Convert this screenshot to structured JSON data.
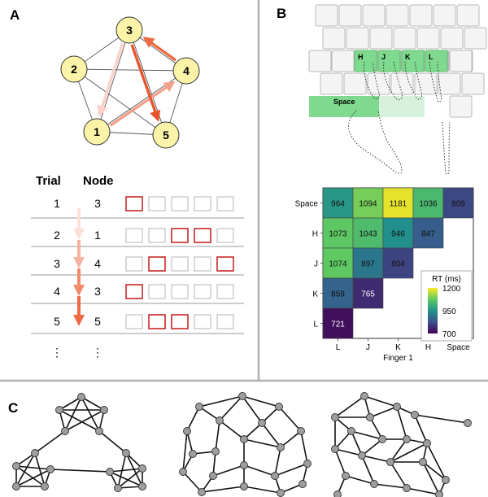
{
  "panels": {
    "a": "A",
    "b": "B",
    "c": "C"
  },
  "trial_table": {
    "header_trial": "Trial",
    "header_node": "Node",
    "rows": [
      {
        "trial": "1",
        "node": "3",
        "active": [
          0
        ]
      },
      {
        "trial": "2",
        "node": "1",
        "active": [
          2,
          3
        ]
      },
      {
        "trial": "3",
        "node": "4",
        "active": [
          1,
          4
        ]
      },
      {
        "trial": "4",
        "node": "3",
        "active": [
          0
        ]
      },
      {
        "trial": "5",
        "node": "5",
        "active": [
          1,
          2
        ]
      }
    ],
    "ellipsis": "⋮",
    "arrow_colors": [
      "#fbe0d9",
      "#f6b3a2",
      "#f28a6b",
      "#ee6a43",
      "#e8532c"
    ]
  },
  "graph_a": {
    "nodes": [
      {
        "id": "1",
        "label": "1"
      },
      {
        "id": "2",
        "label": "2"
      },
      {
        "id": "3",
        "label": "3"
      },
      {
        "id": "4",
        "label": "4"
      },
      {
        "id": "5",
        "label": "5"
      }
    ],
    "edges": [
      [
        "1",
        "2"
      ],
      [
        "1",
        "3"
      ],
      [
        "1",
        "4"
      ],
      [
        "1",
        "5"
      ],
      [
        "2",
        "3"
      ],
      [
        "2",
        "4"
      ],
      [
        "2",
        "5"
      ],
      [
        "3",
        "4"
      ],
      [
        "3",
        "5"
      ],
      [
        "4",
        "5"
      ]
    ],
    "walk": [
      {
        "from": "3",
        "to": "1",
        "color": "#fbd2c7"
      },
      {
        "from": "1",
        "to": "4",
        "color": "#f3a08b"
      },
      {
        "from": "4",
        "to": "3",
        "color": "#ee6a43"
      },
      {
        "from": "3",
        "to": "5",
        "color": "#e8532c"
      }
    ],
    "node_fill": "#fbf3a8"
  },
  "keyboard": {
    "keys": [
      "H",
      "J",
      "K",
      "L"
    ],
    "space": "Space",
    "highlight": "#7fd98e"
  },
  "heatmap": {
    "rows": [
      "Space",
      "H",
      "J",
      "K",
      "L"
    ],
    "cols": [
      "L",
      "J",
      "K",
      "H",
      "Space"
    ],
    "values": [
      [
        964,
        1094,
        1181,
        1036,
        809
      ],
      [
        1073,
        1043,
        946,
        847,
        null
      ],
      [
        1074,
        897,
        804,
        null,
        null
      ],
      [
        859,
        765,
        null,
        null,
        null
      ],
      [
        721,
        null,
        null,
        null,
        null
      ]
    ],
    "xlabel": "Finger 1",
    "legend_title": "RT (ms)",
    "legend_ticks": [
      "1200",
      "950",
      "700"
    ],
    "vmin": 700,
    "vmax": 1200
  },
  "colors": {
    "pathNode": "#e53935",
    "nodeGray": "#9e9e9e",
    "boxRed": "#c62828"
  }
}
